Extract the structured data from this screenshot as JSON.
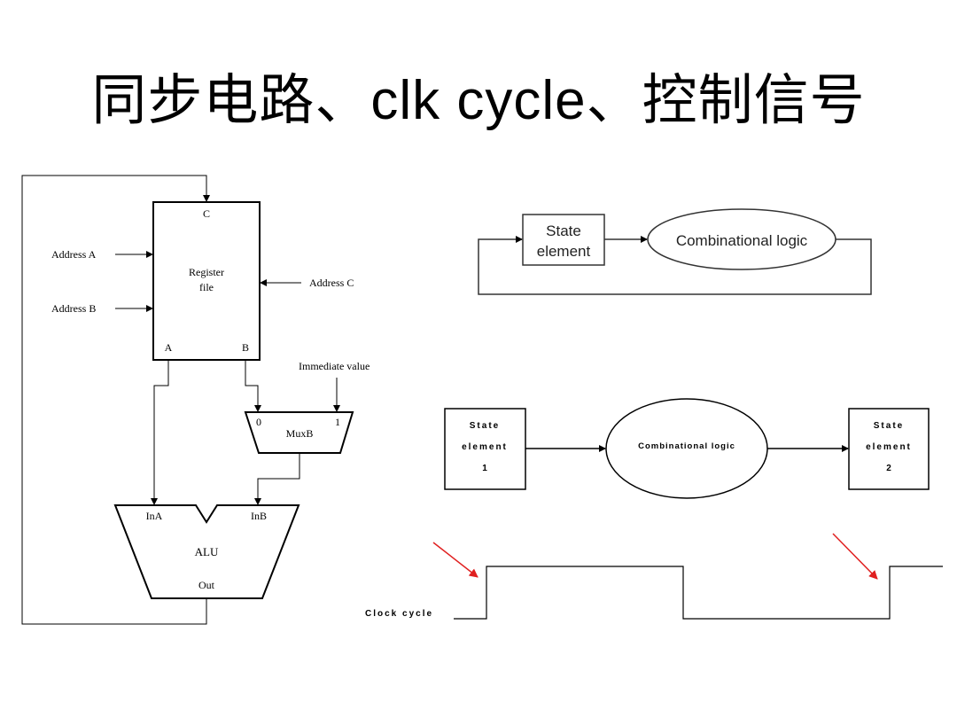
{
  "slide": {
    "title": "同步电路、clk cycle、控制信号"
  },
  "datapath": {
    "register_file": {
      "label_line1": "Register",
      "label_line2": "file",
      "port_c": "C",
      "port_a": "A",
      "port_b": "B"
    },
    "address_a": "Address A",
    "address_b": "Address B",
    "address_c": "Address C",
    "immediate": "Immediate value",
    "mux": {
      "label": "MuxB",
      "input0": "0",
      "input1": "1"
    },
    "alu": {
      "label": "ALU",
      "in_a": "InA",
      "in_b": "InB",
      "out": "Out"
    }
  },
  "loop_diagram": {
    "state": "State",
    "element": "element",
    "logic": "Combinational logic"
  },
  "timing_diagram": {
    "state1": {
      "line1": "State",
      "line2": "element",
      "line3": "1"
    },
    "state2": {
      "line1": "State",
      "line2": "element",
      "line3": "2"
    },
    "logic": "Combinational logic",
    "clock_label": "Clock cycle"
  },
  "colors": {
    "arrow_accent": "#e02020",
    "stroke": "#000000"
  }
}
